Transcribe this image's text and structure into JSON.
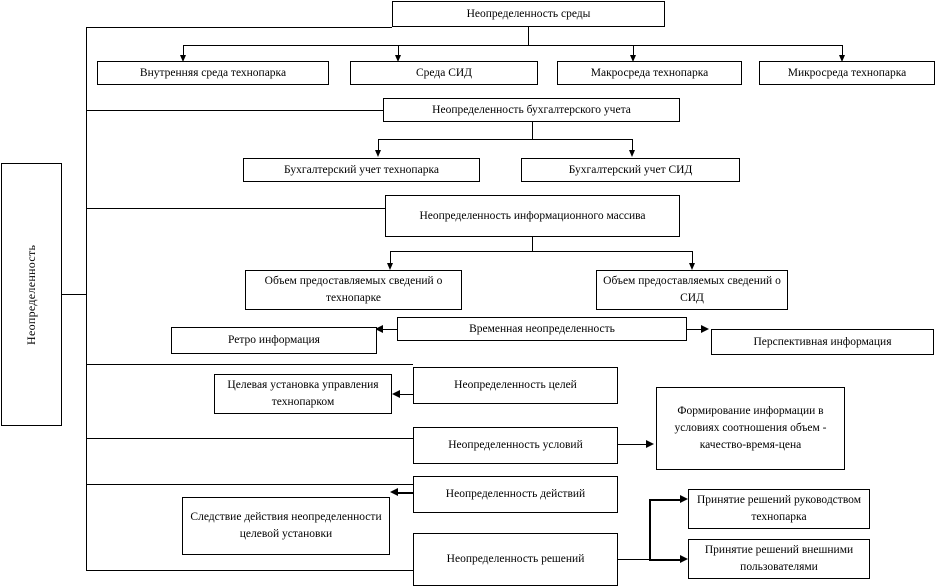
{
  "diagram": {
    "title": "Неопределенность",
    "root_label": "Неопределенность",
    "nodes": {
      "env_root": "Неопределенность среды",
      "env_internal": "Внутренняя среда технопарка",
      "env_sid": "Среда СИД",
      "env_macro": "Макросреда технопарка",
      "env_micro": "Микросреда технопарка",
      "acct_root": "Неопределенность бухгалтерского учета",
      "acct_park": "Бухгалтерский учет технопарка",
      "acct_sid": "Бухгалтерский учет СИД",
      "info_root": "Неопределенность информационного массива",
      "info_volume_park": "Объем предоставляемых сведений о технопарке",
      "info_volume_sid": "Объем предоставляемых сведений о СИД",
      "time_uncertainty": "Временная неопределенность",
      "retro_info": "Ретро информация",
      "perspective_info": "Перспективная информация",
      "goals_uncertainty": "Неопределенность целей",
      "target_setting": "Целевая установка управления технопарком",
      "conditions_uncertainty": "Неопределенность условий",
      "info_forming": "Формирование информации в условиях соотношения объем - качество-время-цена",
      "actions_uncertainty": "Неопределенность действий",
      "consequence": "Следствие действия неопределенности целевой установки",
      "decisions_uncertainty": "Неопределенность решений",
      "decision_management": "Принятие решений руководством технопарка",
      "decision_external": "Принятие решений внешними пользователями"
    },
    "colors": {
      "line": "#000000",
      "box_border": "#000000",
      "box_fill": "#ffffff",
      "text": "#000000",
      "background": "#ffffff"
    }
  }
}
